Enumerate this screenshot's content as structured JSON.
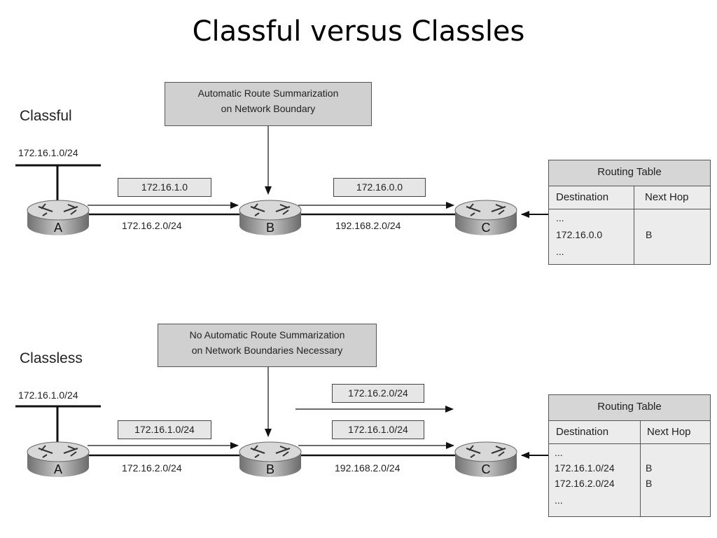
{
  "title": "Classful versus Classles",
  "classful": {
    "label": "Classful",
    "network": "172.16.1.0/24",
    "callout": [
      "Automatic Route Summarization",
      "on Network Boundary"
    ],
    "route_ab": "172.16.1.0",
    "route_bc": "172.16.0.0",
    "link_ab": "172.16.2.0/24",
    "link_bc": "192.168.2.0/24",
    "routers": [
      "A",
      "B",
      "C"
    ],
    "table": {
      "title": "Routing Table",
      "col_dest": "Destination",
      "col_hop": "Next Hop",
      "rows": [
        {
          "dest": "...",
          "hop": ""
        },
        {
          "dest": "172.16.0.0",
          "hop": "B"
        },
        {
          "dest": "...",
          "hop": ""
        }
      ]
    }
  },
  "classless": {
    "label": "Classless",
    "network": "172.16.1.0/24",
    "callout": [
      "No Automatic Route Summarization",
      "on Network Boundaries Necessary"
    ],
    "route_ab": "172.16.1.0/24",
    "route_bc_top": "172.16.2.0/24",
    "route_bc": "172.16.1.0/24",
    "link_ab": "172.16.2.0/24",
    "link_bc": "192.168.2.0/24",
    "routers": [
      "A",
      "B",
      "C"
    ],
    "table": {
      "title": "Routing Table",
      "col_dest": "Destination",
      "col_hop": "Next Hop",
      "rows": [
        {
          "dest": "...",
          "hop": ""
        },
        {
          "dest": "172.16.1.0/24",
          "hop": "B"
        },
        {
          "dest": "172.16.2.0/24",
          "hop": "B"
        },
        {
          "dest": "...",
          "hop": ""
        }
      ]
    }
  }
}
